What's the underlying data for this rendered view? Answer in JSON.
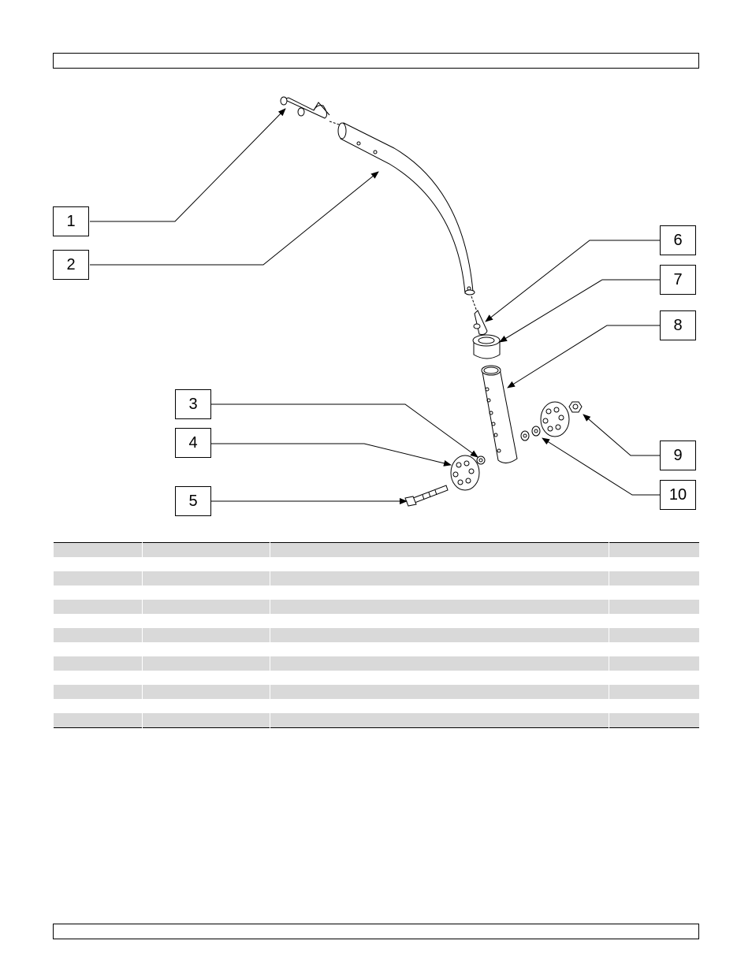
{
  "header": {
    "text": ""
  },
  "footer": {
    "text": ""
  },
  "callouts": [
    {
      "id": "1",
      "label": "1"
    },
    {
      "id": "2",
      "label": "2"
    },
    {
      "id": "3",
      "label": "3"
    },
    {
      "id": "4",
      "label": "4"
    },
    {
      "id": "5",
      "label": "5"
    },
    {
      "id": "6",
      "label": "6"
    },
    {
      "id": "7",
      "label": "7"
    },
    {
      "id": "8",
      "label": "8"
    },
    {
      "id": "9",
      "label": "9"
    },
    {
      "id": "10",
      "label": "10"
    }
  ],
  "parts_table": {
    "rows": 13,
    "columns": 4,
    "row_fill": {
      "odd": "#d9d9d9",
      "even": "#ffffff"
    }
  },
  "colors": {
    "line": "#000000",
    "table_stripe": "#d9d9d9",
    "background": "#ffffff"
  }
}
